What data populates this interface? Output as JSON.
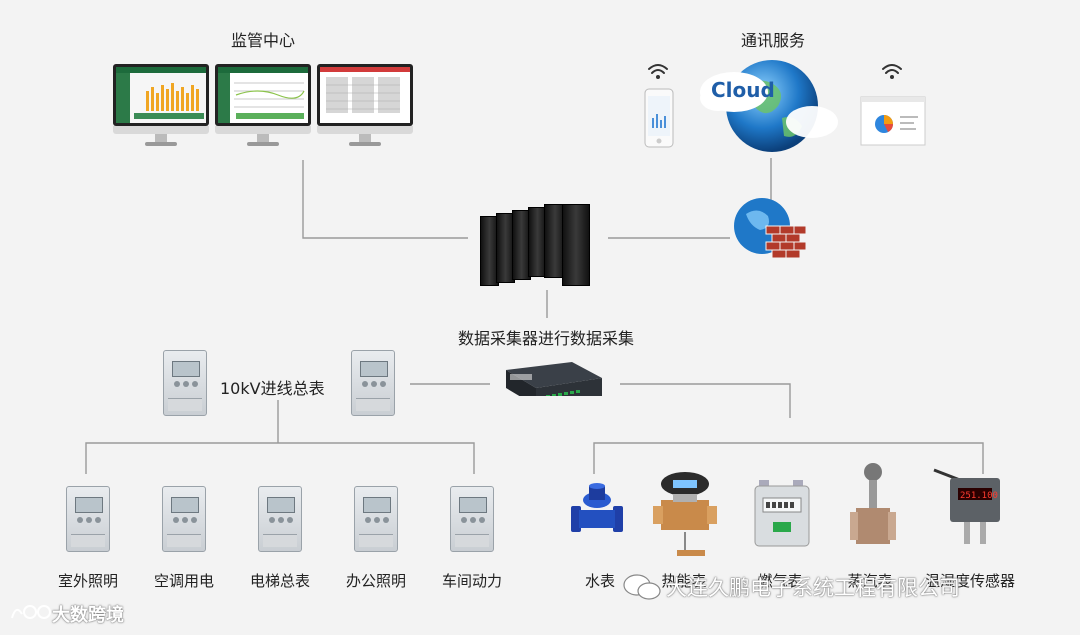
{
  "monitoring_center": "监管中心",
  "communication_service": "通讯服务",
  "cloud_text": "Cloud",
  "collector_caption": "数据采集器进行数据采集",
  "main_meter_label": "10kV进线总表",
  "electric_meters": [
    "室外照明",
    "空调用电",
    "电梯总表",
    "办公照明",
    "车间动力"
  ],
  "sensors": [
    "水表",
    "热能表",
    "燃气表",
    "蒸汽表",
    "温湿度传感器"
  ],
  "watermark_right": "大连久鹏电子系统工程有限公司",
  "watermark_left": "大数跨境",
  "colors": {
    "line": "#9a9a9a",
    "background": "#f3f3f3",
    "server": "#222222"
  }
}
